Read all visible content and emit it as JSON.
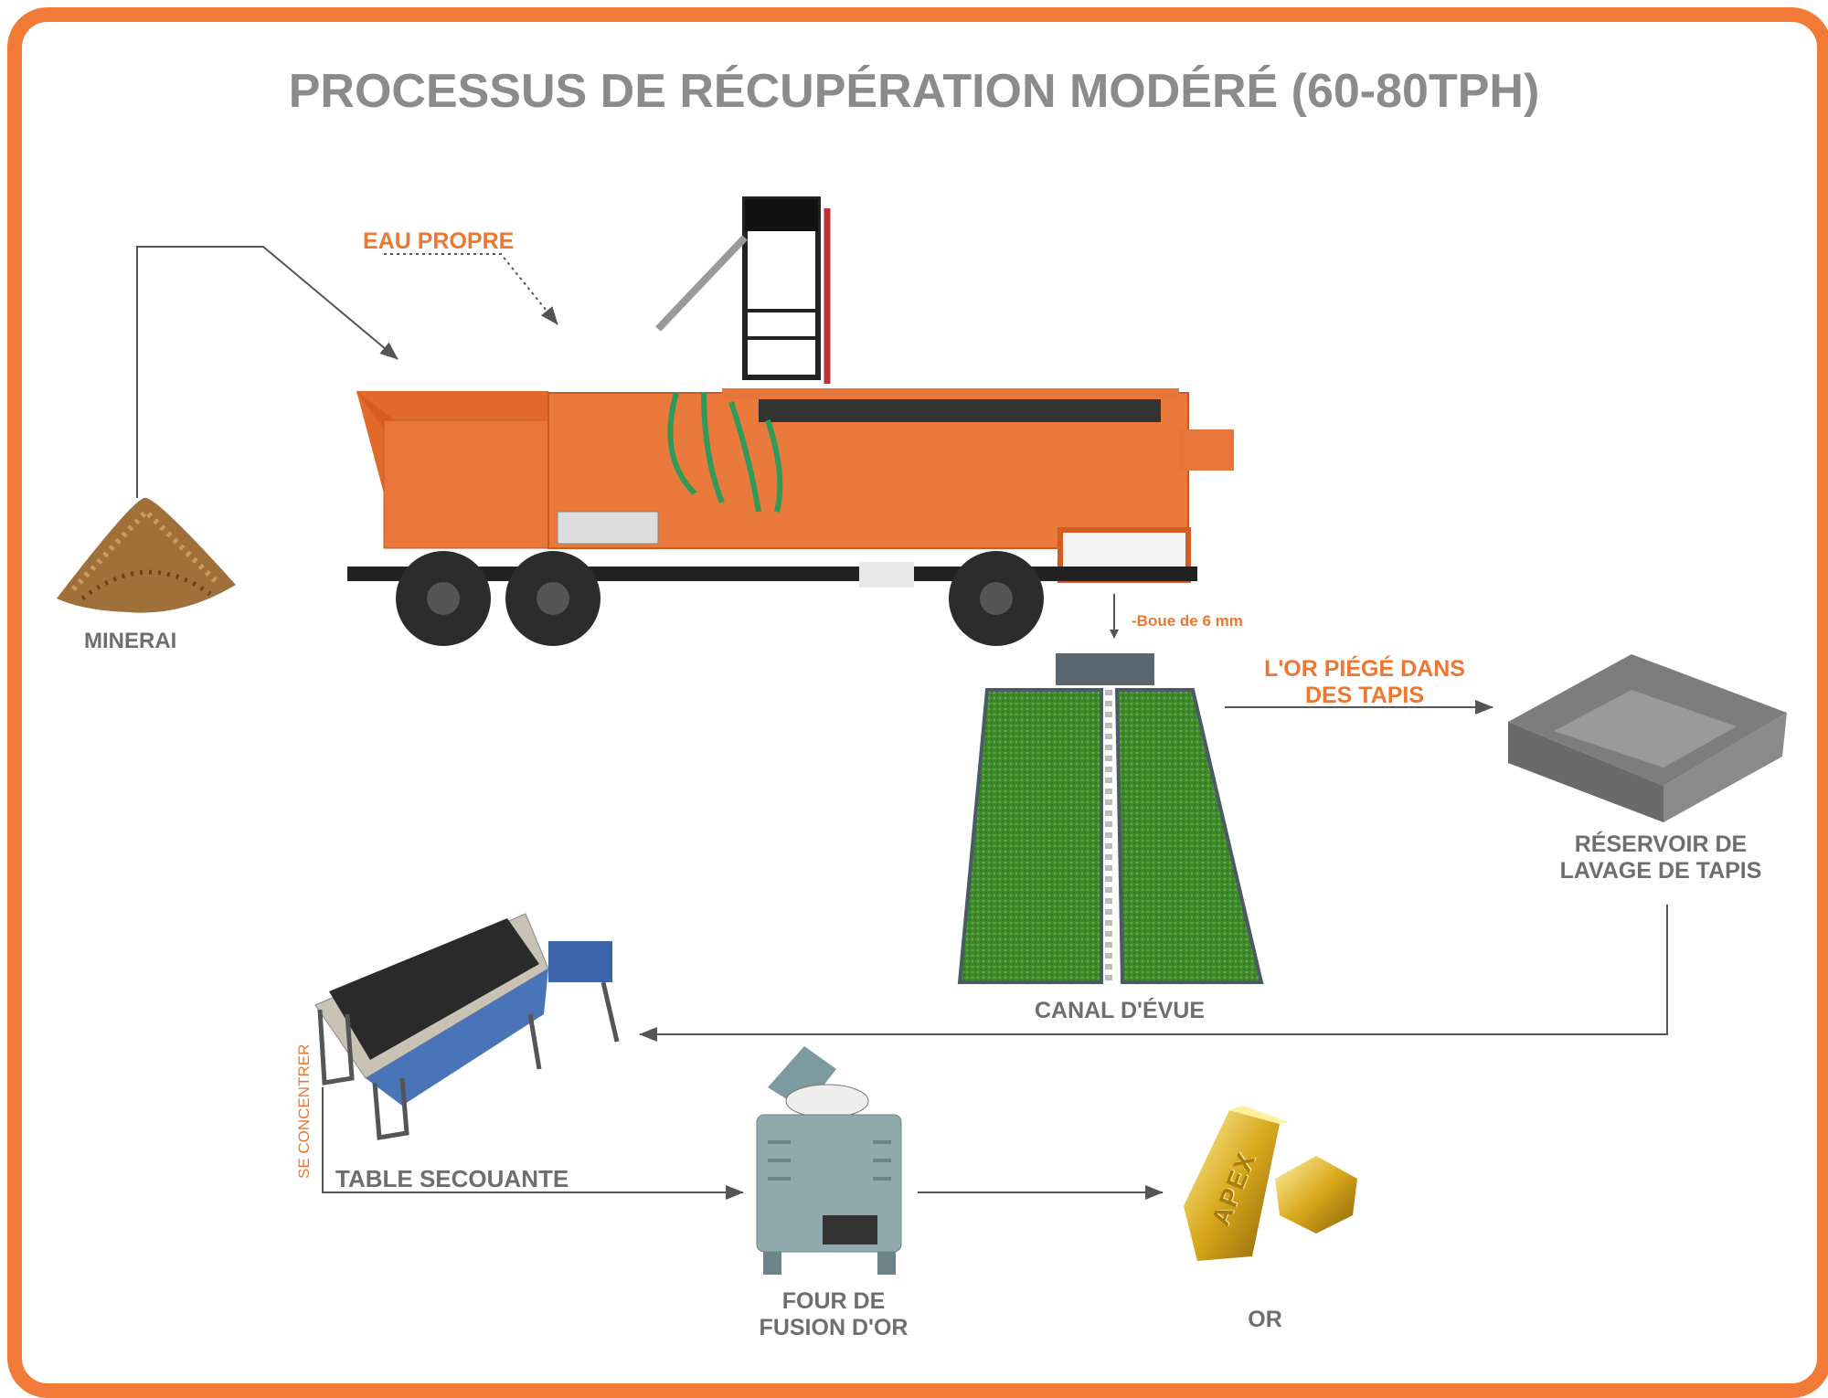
{
  "title": "PROCESSUS DE RÉCUPÉRATION MODÉRÉ (60-80TPH)",
  "labels": {
    "clean_water": "EAU PROPRE",
    "ore": "MINERAI",
    "slurry": "-Boue de 6 mm",
    "gold_trapped_line1": "L'OR PIÉGÉ DANS",
    "gold_trapped_line2": "DES TAPIS",
    "tank_line1": "RÉSERVOIR DE",
    "tank_line2": "LAVAGE DE TAPIS",
    "sluice": "CANAL D'ÉVUE",
    "concentrate": "SE CONCENTRER",
    "shaking_table": "TABLE SECOUANTE",
    "furnace_line1": "FOUR DE",
    "furnace_line2": "FUSION D'OR",
    "gold": "OR",
    "bar_engraving": "APEX"
  },
  "colors": {
    "accent": "#ef7631",
    "text": "#6e6e6e",
    "machine": "#e8763a",
    "mat": "#3f8a2c"
  }
}
